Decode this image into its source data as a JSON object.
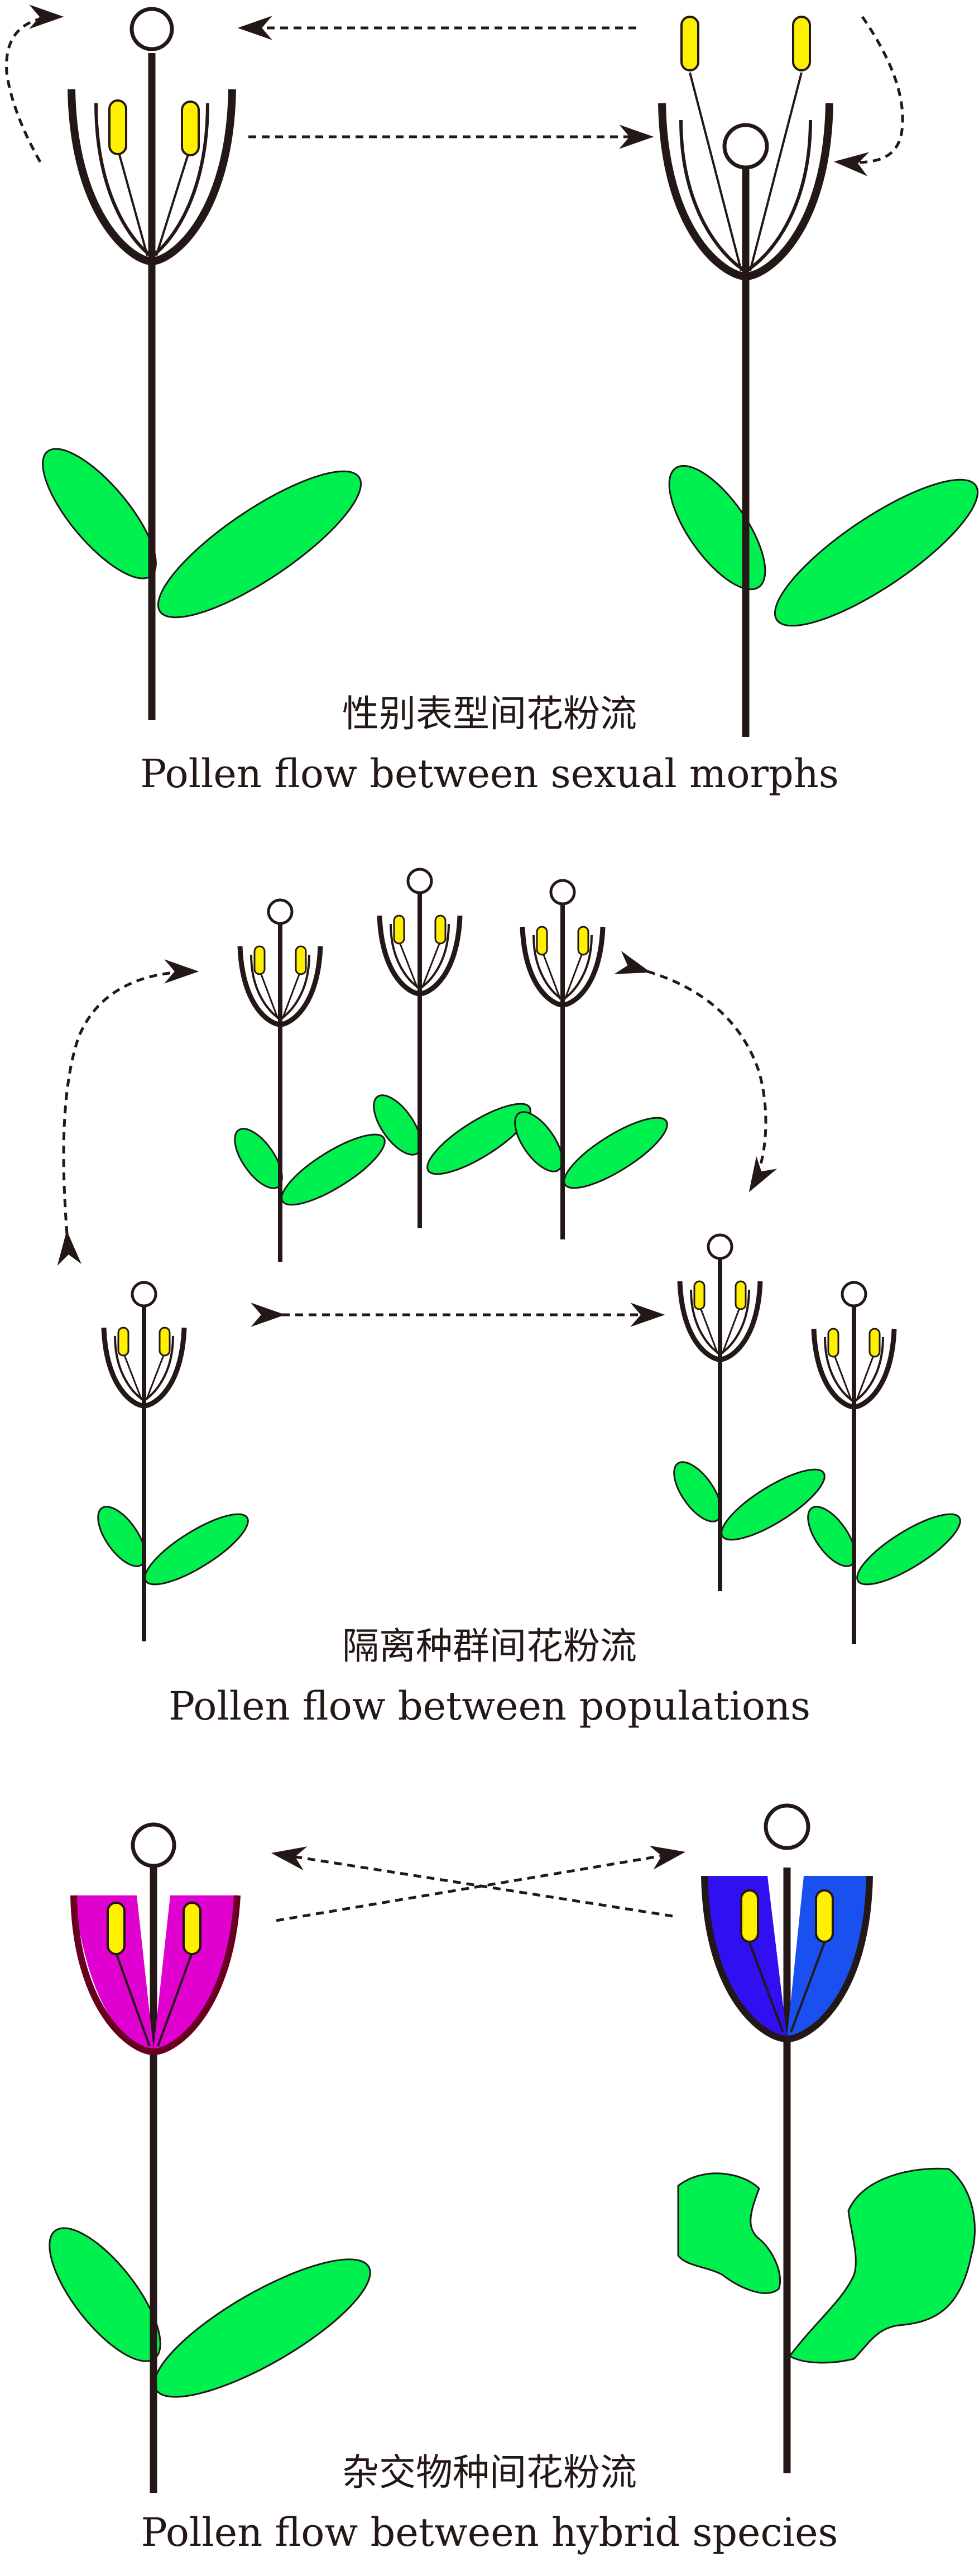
{
  "panels": {
    "sexual_morphs": {
      "caption_cn": "性别表型间花粉流",
      "caption_en": "Pollen flow between sexual morphs"
    },
    "populations": {
      "caption_cn": "隔离种群间花粉流",
      "caption_en": "Pollen flow between populations"
    },
    "hybrid_species": {
      "caption_cn": "杂交物种间花粉流",
      "caption_en": "Pollen flow between hybrid species"
    }
  },
  "colors": {
    "stroke": "#231815",
    "leaf": "#00f050",
    "anther": "#fff000",
    "petal_magenta": "#e000d0",
    "petal_blue_dark": "#3010f0",
    "petal_blue_light": "#1a50f0",
    "petal_rim_dark": "#6a0020"
  },
  "icons": {
    "arrow": "dashed-arrow",
    "plant": "plant-icon",
    "stigma": "stigma-circle",
    "anther": "anther-capsule"
  }
}
